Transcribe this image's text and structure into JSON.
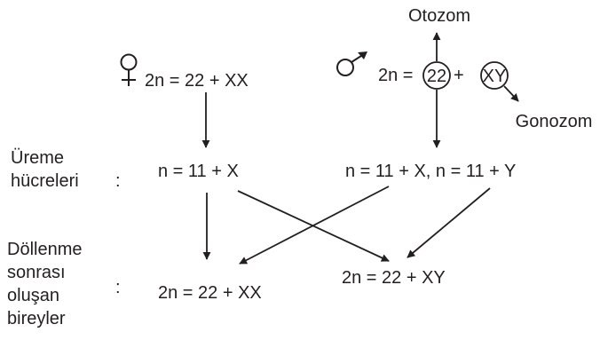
{
  "female_formula": "2n = 22 + XX",
  "male_formula_prefix": "2n =",
  "male_autosome_count": "22",
  "male_plus": "+",
  "male_sex_chromosomes": "XY",
  "label_autosome": "Otozom",
  "label_gonosome": "Gonozom",
  "row_gametes": {
    "label_line1": "Üreme",
    "label_line2": "hücreleri",
    "colon": ":"
  },
  "gamete_female": "n = 11 + X",
  "gamete_male": "n = 11 + X, n = 11 + Y",
  "row_offspring": {
    "label_line1": "Döllenme",
    "label_line2": "sonrası",
    "label_line3": "oluşan",
    "label_line4": "bireyler",
    "colon": ":"
  },
  "offspring_female": "2n = 22 + XX",
  "offspring_male": "2n = 22 + XY",
  "colors": {
    "ink": "#231f20",
    "background": "#ffffff"
  },
  "icons": {
    "female": "female-symbol-icon",
    "male": "male-symbol-icon"
  }
}
